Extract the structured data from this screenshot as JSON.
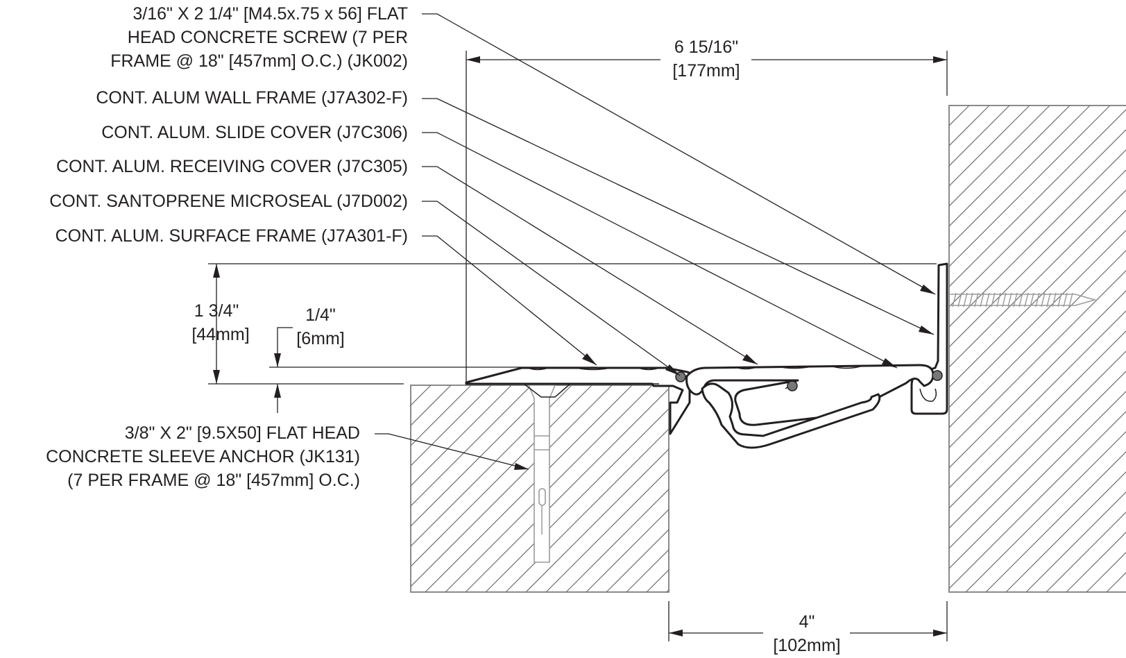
{
  "callouts": {
    "screw_top": [
      "3/16\" X 2 1/4\" [M4.5x.75 x 56] FLAT",
      "HEAD CONCRETE SCREW (7 PER",
      "FRAME @ 18\" [457mm] O.C.) (JK002)"
    ],
    "wall_frame": "CONT. ALUM WALL FRAME (J7A302-F)",
    "slide_cover": "CONT. ALUM. SLIDE COVER (J7C306)",
    "receiving_cover": "CONT. ALUM. RECEIVING COVER (J7C305)",
    "microseal": "CONT. SANTOPRENE MICROSEAL (J7D002)",
    "surface_frame": "CONT. ALUM. SURFACE FRAME (J7A301-F)",
    "anchor": [
      "3/8\" X 2\" [9.5X50] FLAT HEAD",
      "CONCRETE SLEEVE ANCHOR (JK131)",
      "(7 PER FRAME @ 18\" [457mm] O.C.)"
    ]
  },
  "dimensions": {
    "overall_width": {
      "imperial": "6 15/16\"",
      "metric": "[177mm]"
    },
    "height": {
      "imperial": "1 3/4\"",
      "metric": "[44mm]"
    },
    "offset": {
      "imperial": "1/4\"",
      "metric": "[6mm]"
    },
    "joint_gap": {
      "imperial": "4\"",
      "metric": "[102mm]"
    }
  }
}
